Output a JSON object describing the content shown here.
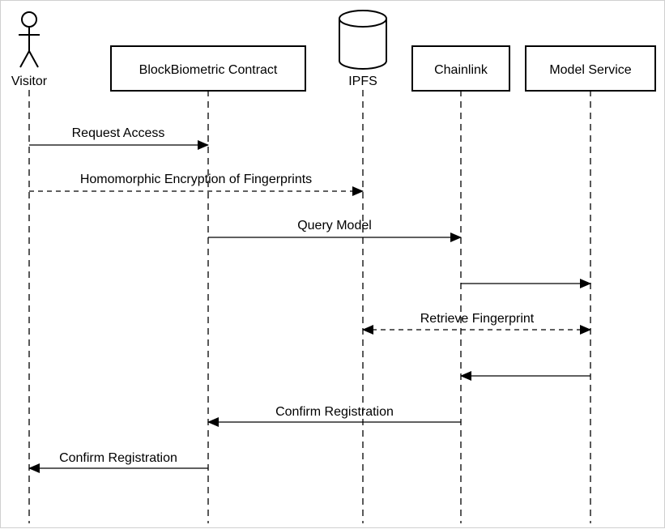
{
  "diagram": {
    "participants": [
      {
        "id": "visitor",
        "label": "Visitor",
        "kind": "actor"
      },
      {
        "id": "contract",
        "label": "BlockBiometric Contract",
        "kind": "box"
      },
      {
        "id": "ipfs",
        "label": "IPFS",
        "kind": "database"
      },
      {
        "id": "chainlink",
        "label": "Chainlink",
        "kind": "box"
      },
      {
        "id": "model",
        "label": "Model Service",
        "kind": "box"
      }
    ],
    "messages": [
      {
        "from": "visitor",
        "to": "contract",
        "label": "Request Access",
        "style": "solid"
      },
      {
        "from": "visitor",
        "to": "ipfs",
        "label": "Homomorphic Encryption of Fingerprints",
        "style": "dashed"
      },
      {
        "from": "contract",
        "to": "chainlink",
        "label": "Query Model",
        "style": "solid"
      },
      {
        "from": "chainlink",
        "to": "model",
        "label": "",
        "style": "solid"
      },
      {
        "from": "model",
        "to": "ipfs",
        "label": "Retrieve Fingerprint",
        "style": "dashed-both"
      },
      {
        "from": "model",
        "to": "chainlink",
        "label": "",
        "style": "solid"
      },
      {
        "from": "chainlink",
        "to": "contract",
        "label": "Confirm Registration",
        "style": "solid"
      },
      {
        "from": "contract",
        "to": "visitor",
        "label": "Confirm Registration",
        "style": "solid"
      }
    ]
  }
}
